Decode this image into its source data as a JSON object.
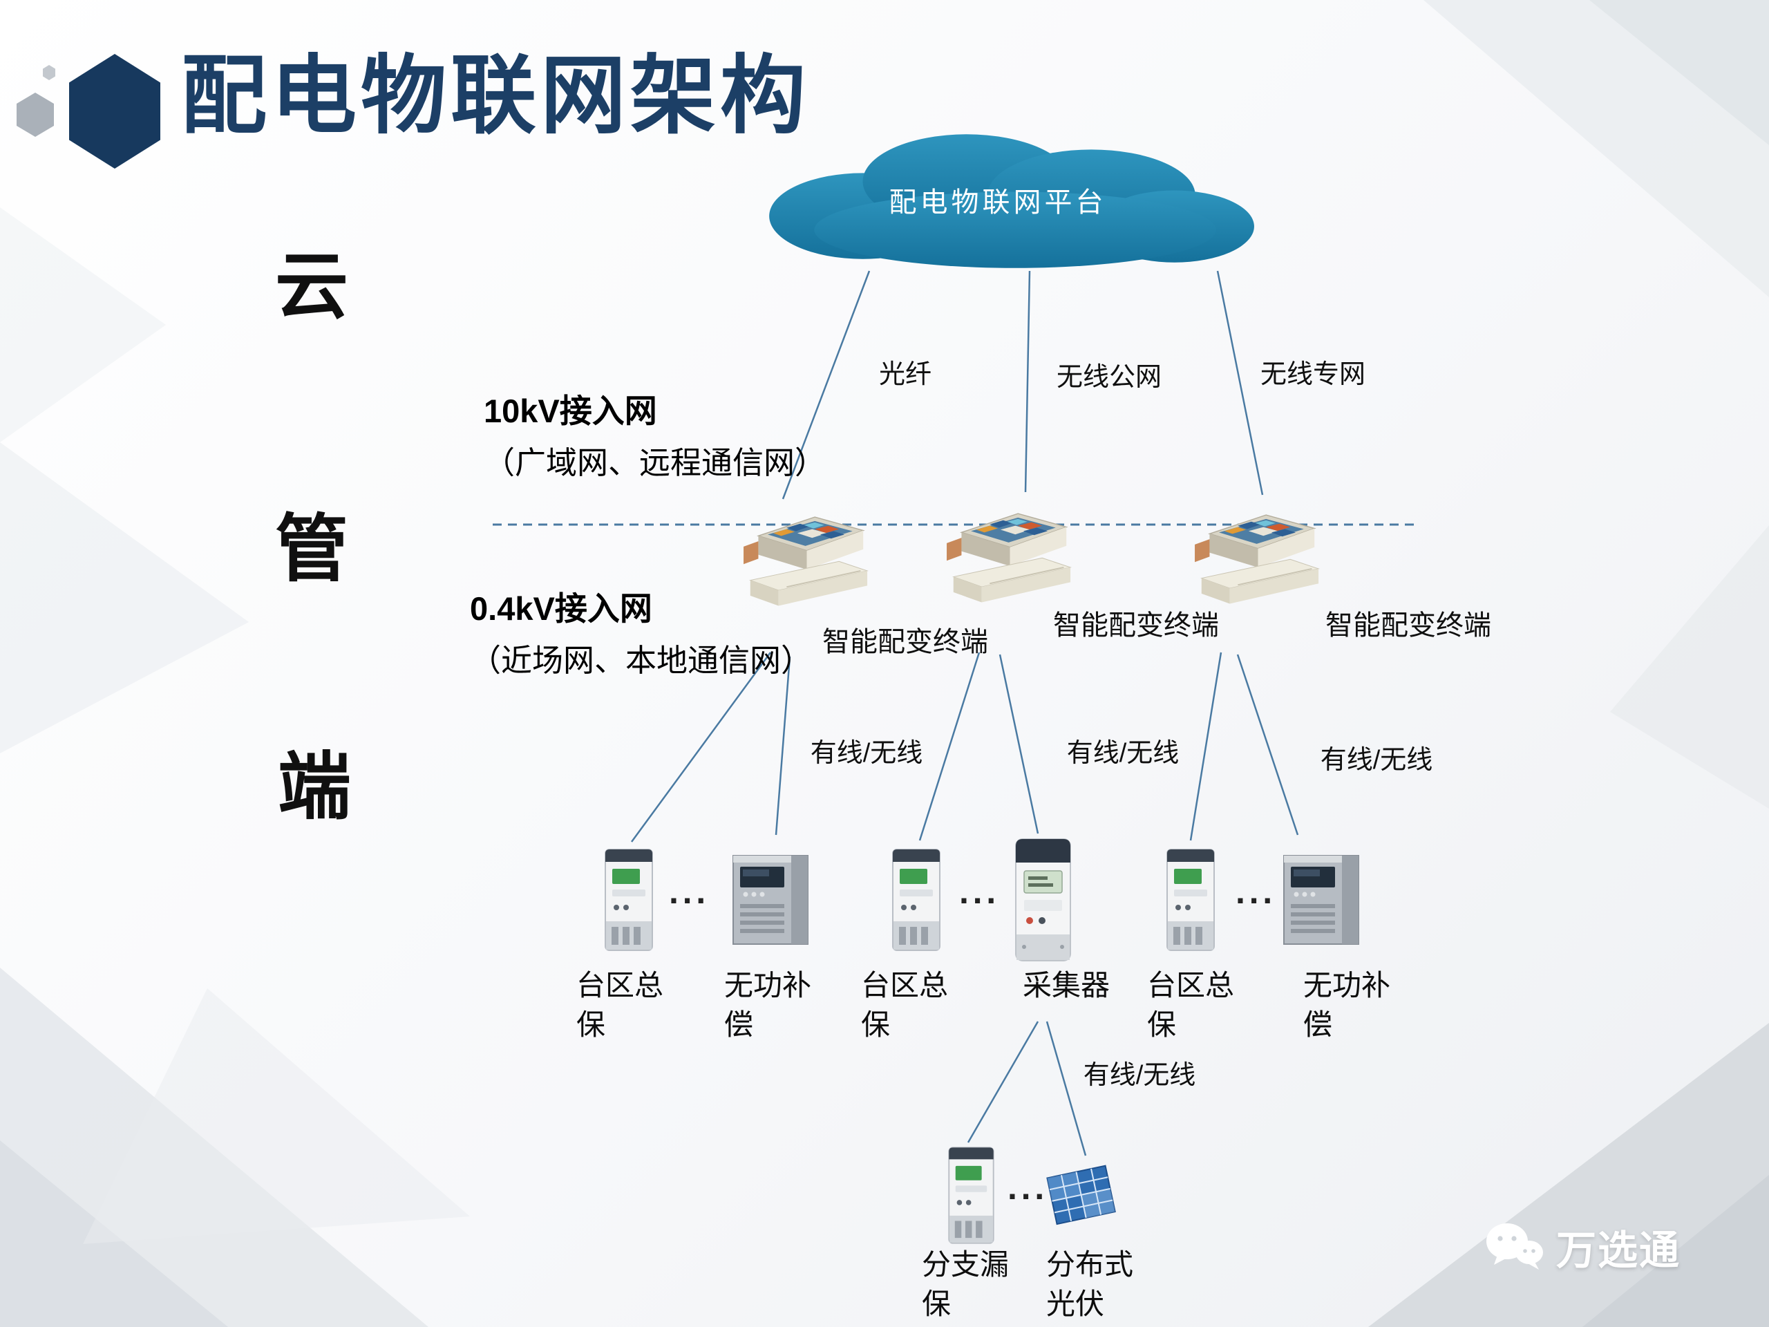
{
  "header": {
    "title": "配电物联网架构"
  },
  "cloud": {
    "label": "配电物联网平台"
  },
  "layers": [
    {
      "label": "云"
    },
    {
      "label": "管"
    },
    {
      "label": "端"
    }
  ],
  "access_notes": [
    {
      "line1": "10kV接入网",
      "line2": "（广域网、远程通信网）"
    },
    {
      "line1": "0.4kV接入网",
      "line2": "（近场网、本地通信网）"
    }
  ],
  "cloud_links": [
    {
      "label": "光纤"
    },
    {
      "label": "无线公网"
    },
    {
      "label": "无线专网"
    }
  ],
  "terminal_labels": [
    {
      "label": "智能配变终端"
    },
    {
      "label": "智能配变终端"
    },
    {
      "label": "智能配变终端"
    }
  ],
  "edge_links": [
    {
      "label": "有线/无线"
    },
    {
      "label": "有线/无线"
    },
    {
      "label": "有线/无线"
    },
    {
      "label": "有线/无线"
    }
  ],
  "device_labels": [
    {
      "label": "台区总保"
    },
    {
      "label": "无功补偿"
    },
    {
      "label": "台区总保"
    },
    {
      "label": "采集器"
    },
    {
      "label": "台区总保"
    },
    {
      "label": "无功补偿"
    }
  ],
  "branch_labels": [
    {
      "label": "分支漏保"
    },
    {
      "label": "分布式光伏"
    }
  ],
  "ellipsis": "···",
  "watermark": {
    "label": "万选通"
  },
  "colors": {
    "accent": "#1d80ab",
    "title_navy": "#1c3f66",
    "line_blue": "#4a7aa2",
    "screen_green": "#3f9e4f"
  }
}
